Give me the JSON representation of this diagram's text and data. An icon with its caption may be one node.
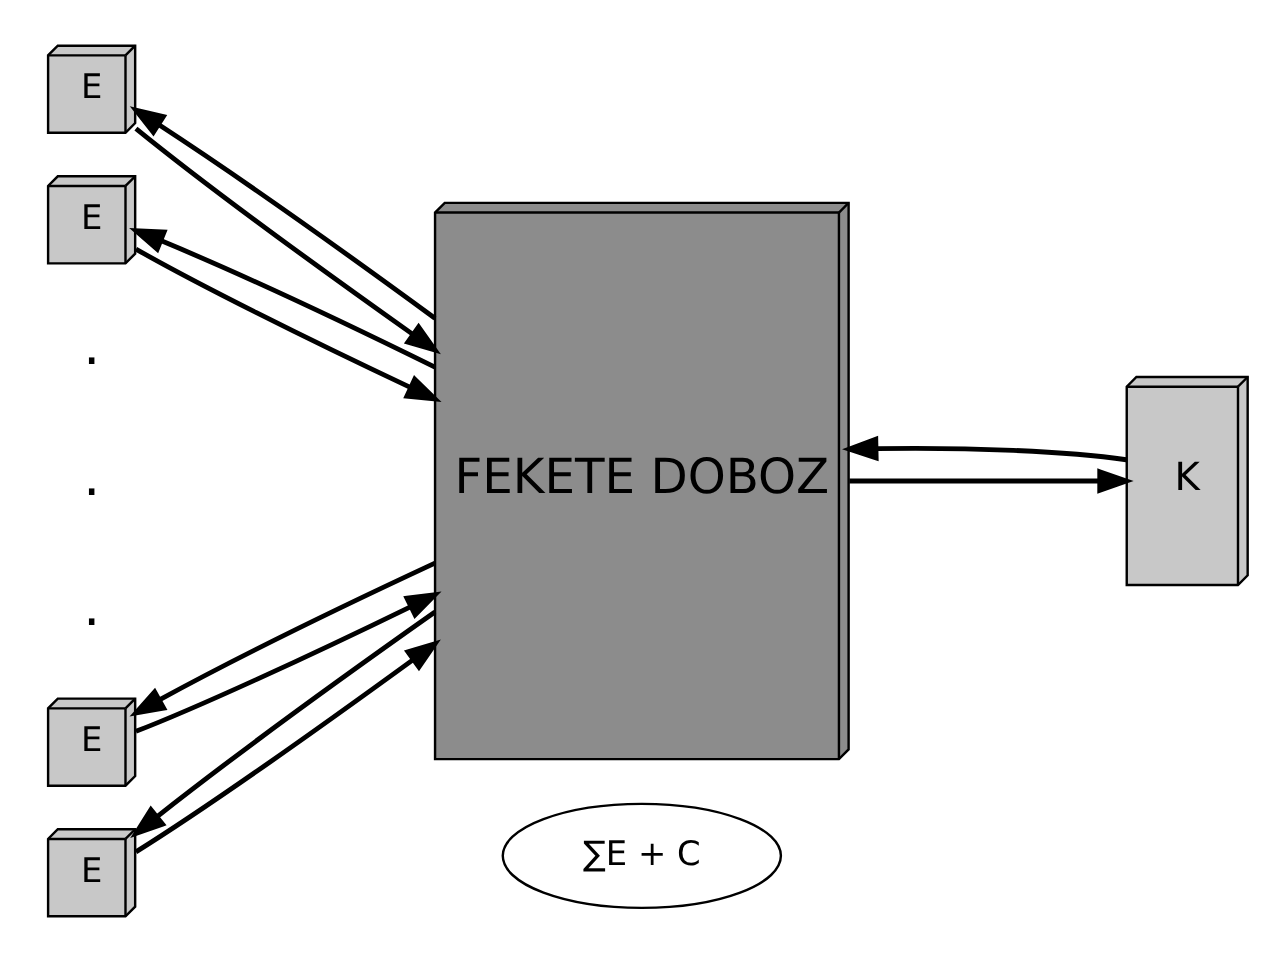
{
  "diagram": {
    "nodes": [
      {
        "text": [
          "∑E + C"
        ]
      },
      {
        "text": [
          "E"
        ]
      },
      {
        "text": [
          "E"
        ]
      },
      {
        "text": [
          "E"
        ]
      },
      {
        "text": [
          "E"
        ]
      },
      {
        "text": [
          "FEKETE DOBOZ"
        ]
      },
      {
        "text": [
          "K"
        ]
      }
    ],
    "edges": [
      {
        "from": 5,
        "to": 1,
        "arrow": "to"
      },
      {
        "from": 1,
        "to": 5,
        "arrow": "to"
      },
      {
        "from": 5,
        "to": 2,
        "arrow": "to"
      },
      {
        "from": 2,
        "to": 5,
        "arrow": "to"
      },
      {
        "from": 3,
        "to": 5,
        "arrow": "to"
      },
      {
        "from": 5,
        "to": 3,
        "arrow": "to"
      },
      {
        "from": 4,
        "to": 5,
        "arrow": "to"
      },
      {
        "from": 5,
        "to": 4,
        "arrow": "to"
      },
      {
        "from": 5,
        "to": 6,
        "arrow": "to"
      },
      {
        "from": 6,
        "to": 5,
        "arrow": "to"
      }
    ],
    "labels": [
      ".",
      ".",
      "."
    ]
  }
}
